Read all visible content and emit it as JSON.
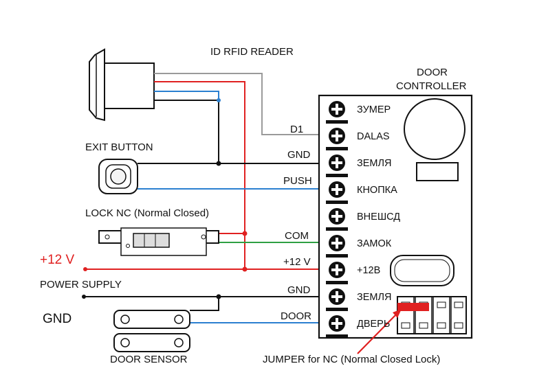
{
  "colors": {
    "wire_black": "#111111",
    "wire_red": "#e02020",
    "wire_blue": "#2a7fd0",
    "wire_green": "#2ea043",
    "wire_gray": "#9a9a9a",
    "jumper_red": "#e02020"
  },
  "titles": {
    "rfid_reader": "ID  RFID READER",
    "door_controller_line1": "DOOR",
    "door_controller_line2": "CONTROLLER",
    "exit_button": "EXIT BUTTON",
    "lock_nc": "LOCK  NC (Normal Closed)",
    "plus12_big": "+12 V",
    "power_supply": "POWER SUPPLY",
    "gnd_big": "GND",
    "door_sensor": "DOOR SENSOR",
    "jumper_note": "JUMPER  for NC (Normal Closed Lock)"
  },
  "wire_labels": {
    "d1": "D1",
    "gnd_top": "GND",
    "push": "PUSH",
    "com": "COM",
    "plus12": "+12 V",
    "gnd_bottom": "GND",
    "door": "DOOR"
  },
  "terminals": [
    {
      "label": "ЗУМЕР"
    },
    {
      "label": "DALAS"
    },
    {
      "label": "ЗЕМЛЯ"
    },
    {
      "label": "КНОПКА"
    },
    {
      "label": "ВНЕШСД"
    },
    {
      "label": "ЗАМОК"
    },
    {
      "label": "+12В"
    },
    {
      "label": "ЗЕМЛЯ"
    },
    {
      "label": "ДВЕРЬ"
    }
  ]
}
